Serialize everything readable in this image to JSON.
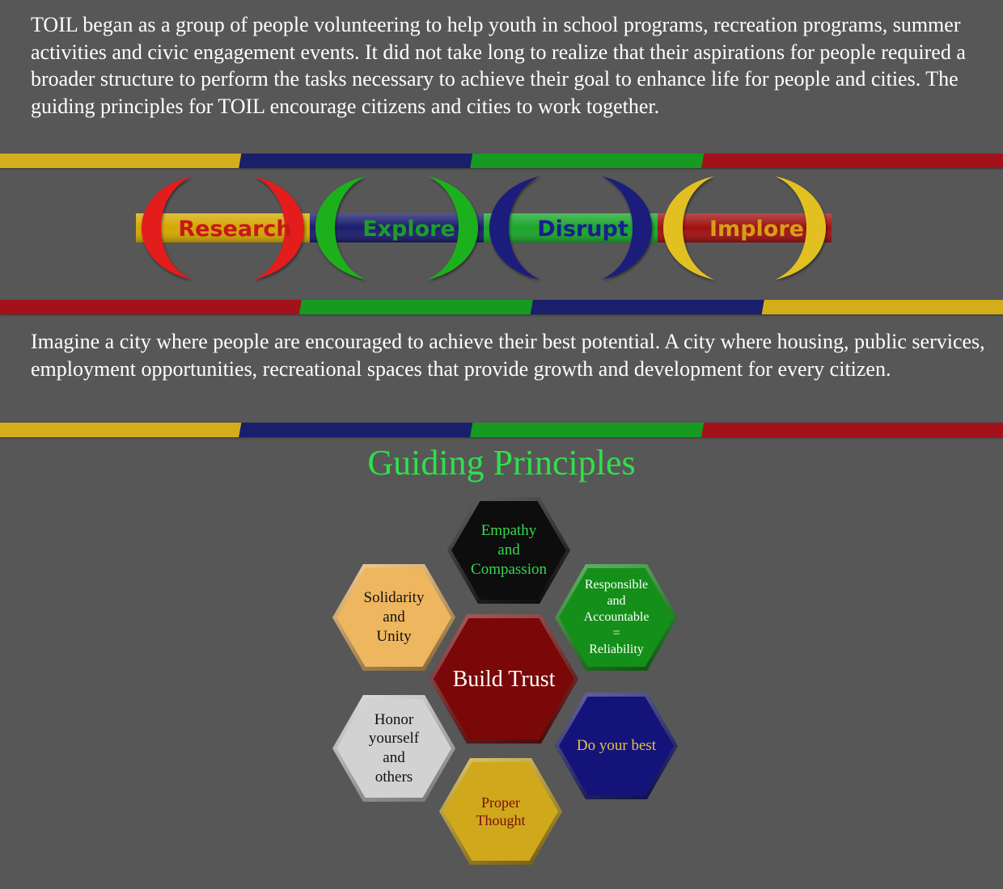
{
  "intro": {
    "text": "TOIL began as a group of people volunteering to help youth in school programs, recreation programs, summer activities and civic engagement events.  It did not take long to realize that their aspirations for people required a broader structure to perform the tasks necessary to achieve their goal to enhance life for people and cities.  The guiding principles for TOIL encourage citizens and cities to work together."
  },
  "process": {
    "steps": [
      {
        "label": "Research",
        "text_color": "#c8161d",
        "bar_color": "#d4a800",
        "bracket_color": "#e31b1b"
      },
      {
        "label": "Explore",
        "text_color": "#1f9c2a",
        "bar_color": "#1a1c6e",
        "bracket_color": "#1db11d"
      },
      {
        "label": "Disrupt",
        "text_color": "#1a1f8f",
        "bar_color": "#1aa52a",
        "bracket_color": "#1b1d7d"
      },
      {
        "label": "Implore",
        "text_color": "#d4a017",
        "bar_color": "#a01010",
        "bracket_color": "#e2c020"
      }
    ]
  },
  "vision": {
    "text": "Imagine a city where people are encouraged to achieve their best potential.  A city where housing, public services, employment opportunities, recreational spaces that provide growth and development for every citizen."
  },
  "stripe_colors": {
    "yellow": "#d4ae1a",
    "navy": "#1a1f6b",
    "green": "#169a22",
    "red": "#a3121a"
  },
  "principles": {
    "title": "Guiding Principles",
    "items": [
      {
        "key": "empathy",
        "text": "Empathy\nand\nCompassion",
        "fill": "#0d0d0d",
        "text_color": "#39d84f"
      },
      {
        "key": "solidarity",
        "text": "Solidarity\nand\nUnity",
        "fill": "#eeb65e",
        "text_color": "#111111"
      },
      {
        "key": "responsible",
        "text": "Responsible\nand\nAccountable\n=\nReliability",
        "fill": "#148f19",
        "text_color": "#ffffff"
      },
      {
        "key": "build-trust",
        "text": "Build Trust",
        "fill": "#7a0808",
        "text_color": "#ffffff"
      },
      {
        "key": "honor",
        "text": "Honor\nyourself\nand\nothers",
        "fill": "#d2d2d2",
        "text_color": "#111111"
      },
      {
        "key": "do-your-best",
        "text": "Do your best",
        "fill": "#13137a",
        "text_color": "#e5c04a"
      },
      {
        "key": "proper-thought",
        "text": "Proper Thought",
        "fill": "#d0a81c",
        "text_color": "#7a0d0d"
      }
    ]
  }
}
